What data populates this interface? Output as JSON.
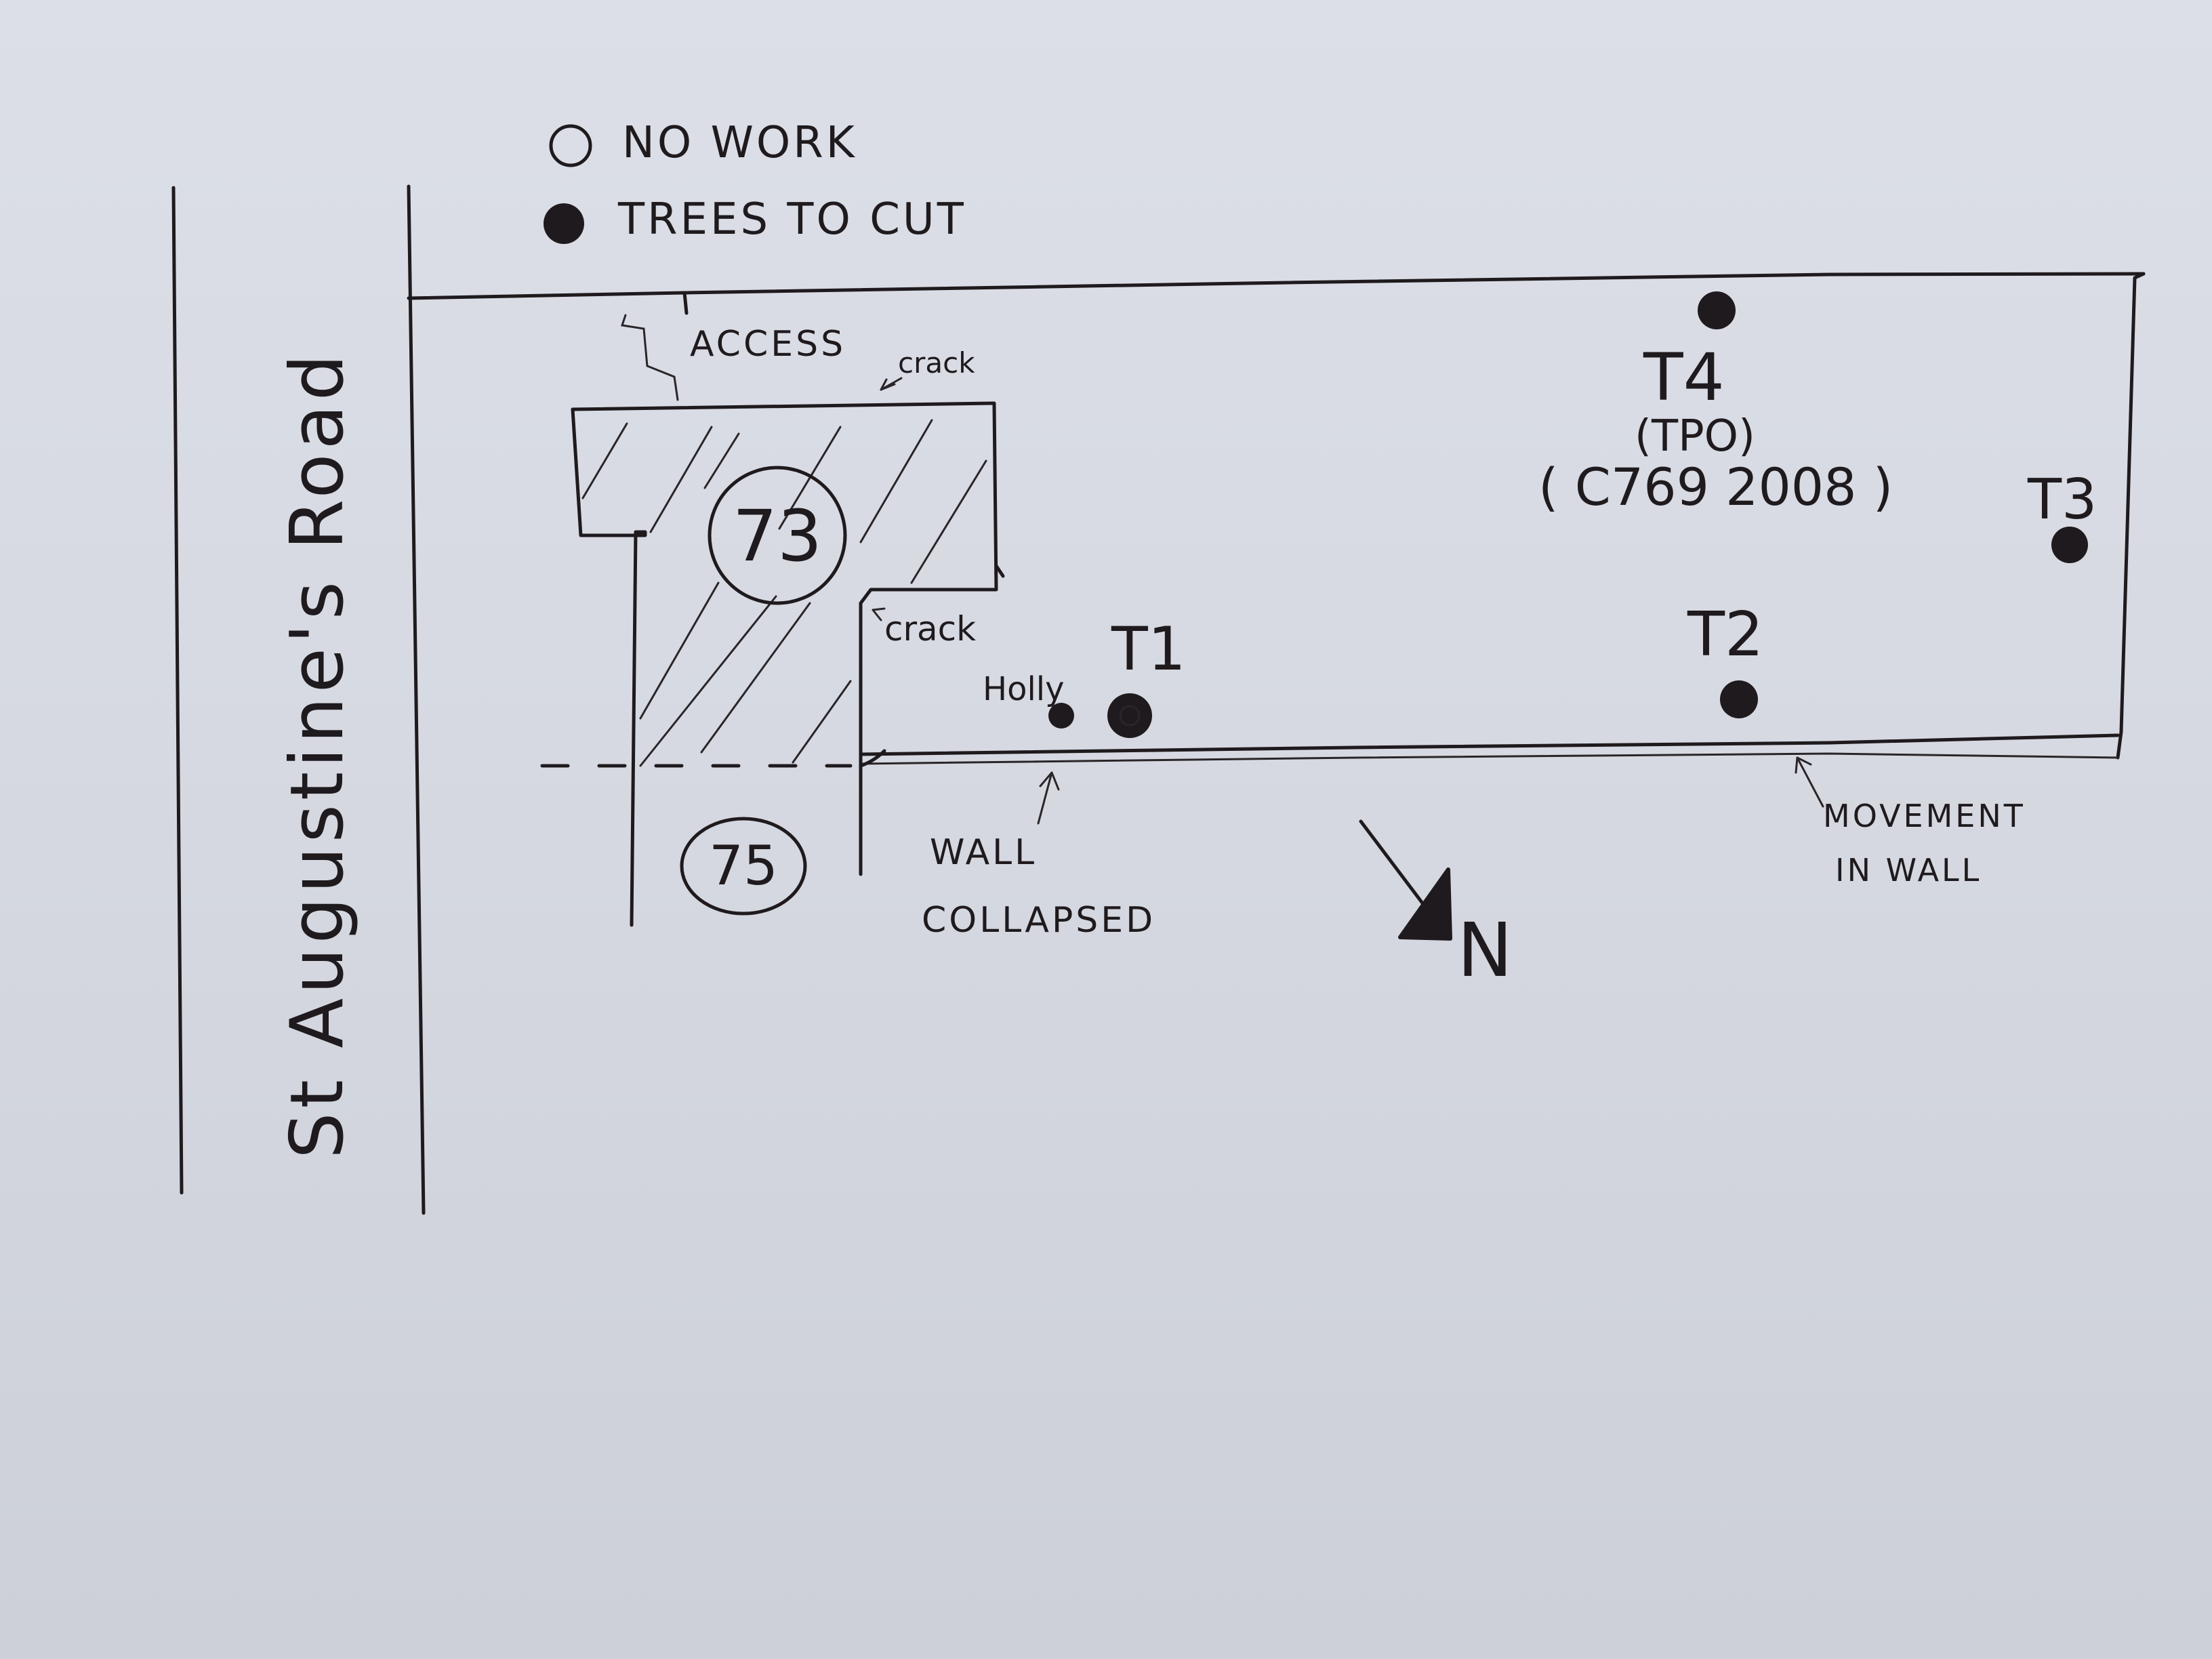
{
  "legend": {
    "no_work_label": "NO WORK",
    "trees_to_cut_label": "TREES TO CUT"
  },
  "road": {
    "name": "St Augustine's Road"
  },
  "annotations": {
    "access": "ACCESS",
    "crack_top": "crack",
    "crack_side": "crack",
    "holly": "Holly",
    "wall_collapsed_line1": "WALL",
    "wall_collapsed_line2": "COLLAPSED",
    "movement_line1": "MOVEMENT",
    "movement_line2": "IN WALL"
  },
  "houses": {
    "main": "73",
    "neighbour": "75"
  },
  "trees": {
    "t1": "T1",
    "t2": "T2",
    "t3": "T3",
    "t4": "T4",
    "t4_tpo": "(TPO)",
    "t4_ref": "( C769 2008 )"
  },
  "compass": {
    "north_label": "N"
  },
  "colors": {
    "ink": "#1f1a1d",
    "paper": "#d8dbe3"
  }
}
